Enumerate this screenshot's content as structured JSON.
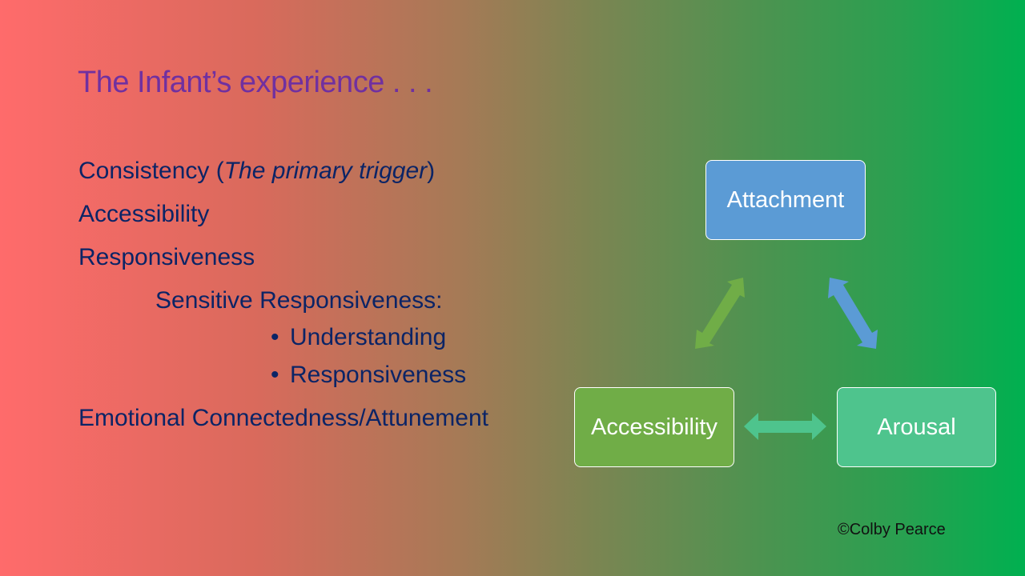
{
  "slide": {
    "title": "The Infant’s experience . . .",
    "items": {
      "consistency": "Consistency (",
      "consistency_italic": "The primary trigger",
      "consistency_close": ")",
      "accessibility": "Accessibility",
      "responsiveness": "Responsiveness",
      "sensitive": "Sensitive Responsiveness:",
      "sub1": "Understanding",
      "sub2": "Responsiveness",
      "emotional": "Emotional Connectedness/Attunement"
    },
    "bullet_glyph": "•",
    "copyright": "©Colby Pearce"
  },
  "diagram": {
    "nodes": {
      "attachment": "Attachment",
      "accessibility": "Accessibility",
      "arousal": "Arousal"
    },
    "colors": {
      "attachment": "#5b9bd5",
      "accessibility": "#70ad47",
      "arousal": "#4ec48d",
      "title": "#7030a0",
      "text": "#0b2466"
    },
    "edges": [
      {
        "from": "accessibility",
        "to": "attachment",
        "type": "bidirectional"
      },
      {
        "from": "attachment",
        "to": "arousal",
        "type": "bidirectional"
      },
      {
        "from": "accessibility",
        "to": "arousal",
        "type": "bidirectional"
      }
    ]
  }
}
